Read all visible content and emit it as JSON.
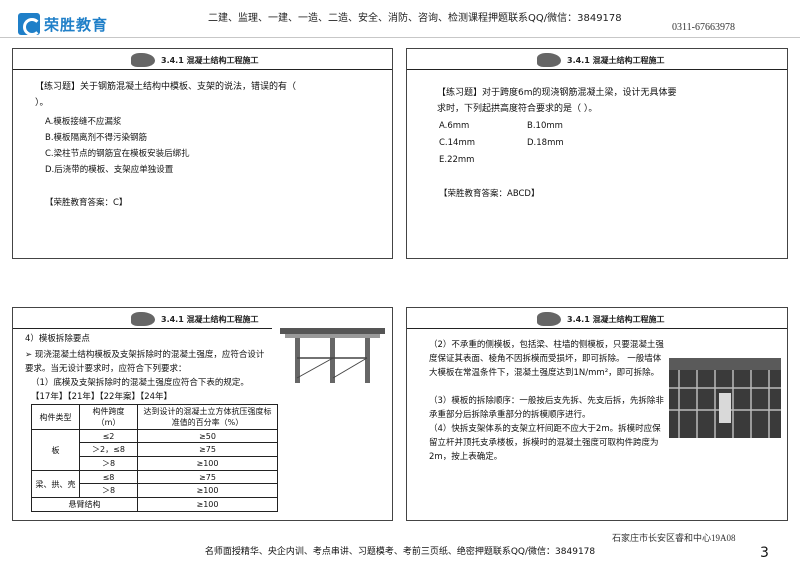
{
  "header": {
    "logo": "荣胜教育",
    "center": "二建、监理、一建、一造、二造、安全、消防、咨询、检测课程押题联系QQ/微信：3849178",
    "phone": "0311-67663978"
  },
  "slides": [
    {
      "title": "3.4.1 混凝土结构工程施工",
      "question": "【练习题】关于钢筋混凝土结构中模板、支架的说法，错误的有（ ）。",
      "options": [
        "A.模板接缝不应漏浆",
        "B.模板隔离剂不得污染钢筋",
        "C.梁柱节点的钢筋宜在模板安装后绑扎",
        "D.后浇带的模板、支架应单独设置"
      ],
      "answer": "【荣胜教育答案：C】"
    },
    {
      "title": "3.4.1 混凝土结构工程施工",
      "question": "【练习题】对于跨度6m的现浇钢筋混凝土梁，设计无具体要求时，下列起拱高度符合要求的是（ ）。",
      "options": [
        "A.6mm",
        "B.10mm",
        "C.14mm",
        "D.18mm",
        "E.22mm"
      ],
      "answer": "【荣胜教育答案：ABCD】"
    },
    {
      "title": "3.4.1 混凝土结构工程施工",
      "heading": "4）模板拆除要点",
      "bullet": "现浇混凝土结构模板及支架拆除时的混凝土强度，应符合设计要求。当无设计要求时，应符合下列要求：",
      "sub": "（1）底模及支架拆除时的混凝土强度应符合下表的规定。",
      "years": "【17年】【21年】【22年案】【24年】",
      "table": {
        "head": [
          "构件类型",
          "构件跨度（m）",
          "达到设计的混凝土立方体抗压强度标准值的百分率（%）"
        ],
        "rows": [
          [
            "板",
            "≤2",
            "≥50"
          ],
          [
            "",
            "＞2，≤8",
            "≥75"
          ],
          [
            "",
            "＞8",
            "≥100"
          ],
          [
            "梁、拱、壳",
            "≤8",
            "≥75"
          ],
          [
            "",
            "＞8",
            "≥100"
          ],
          [
            "悬臂结构",
            "",
            "≥100"
          ]
        ]
      }
    },
    {
      "title": "3.4.1 混凝土结构工程施工",
      "p1": "（2）不承重的侧模板，包括梁、柱墙的侧模板，只要混凝土强度保证其表面、棱角不因拆模而受损坏，即可拆除。 一般墙体大模板在常温条件下，混凝土强度达到1N/mm²，即可拆除。",
      "p2": "（3）模板的拆除顺序：一般按后支先拆、先支后拆，先拆除非承重部分后拆除承重部分的拆模顺序进行。",
      "p3": "（4）快拆支架体系的支架立杆间距不应大于2m。拆模时应保留立杆并顶托支承楼板，拆模时的混凝土强度可取构件跨度为2m，按上表确定。"
    }
  ],
  "footer": {
    "text": "名师面授精华、央企内训、考点串讲、习题模考、考前三页纸、绝密押题联系QQ/微信：3849178",
    "location": "石家庄市长安区睿和中心19A08",
    "page": "3"
  }
}
